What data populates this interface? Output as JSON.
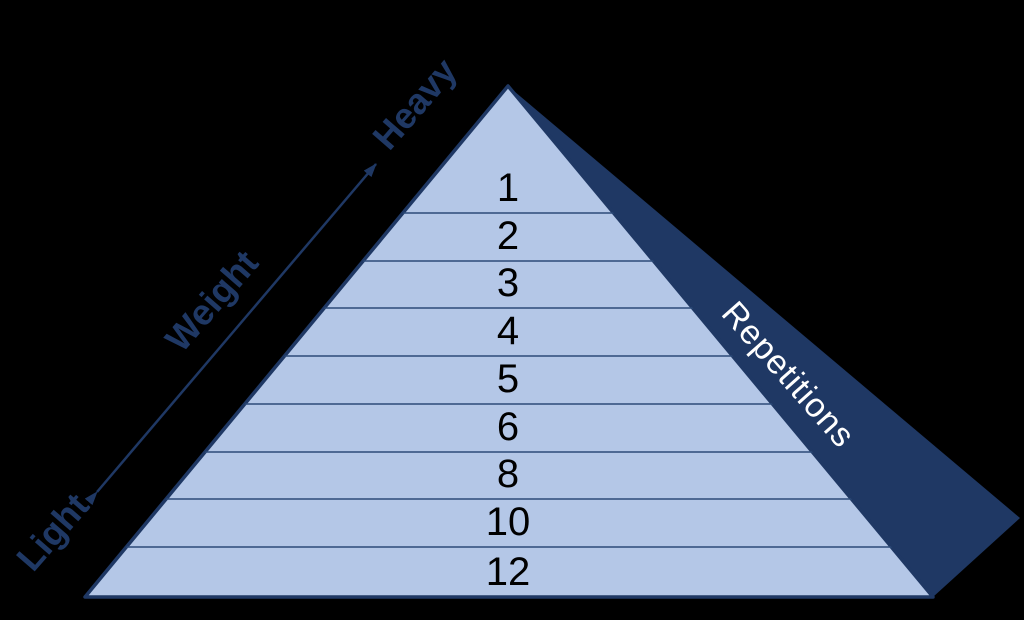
{
  "diagram": {
    "name": "weight-repetitions-pyramid",
    "background": "#000000",
    "pyramid": {
      "fill": "#b4c7e7",
      "outline": "#1f3864",
      "shadow_fill": "#1f3864",
      "divider_color": "#2c4a78",
      "number_color": "#000000",
      "levels": [
        {
          "reps": "1"
        },
        {
          "reps": "2"
        },
        {
          "reps": "3"
        },
        {
          "reps": "4"
        },
        {
          "reps": "5"
        },
        {
          "reps": "6"
        },
        {
          "reps": "8"
        },
        {
          "reps": "10"
        },
        {
          "reps": "12"
        }
      ]
    },
    "weight_axis": {
      "label": "Weight",
      "min_label": "Light",
      "max_label": "Heavy",
      "color": "#1f3864"
    },
    "repetitions_label": {
      "text": "Repetitions",
      "color": "#ffffff"
    }
  }
}
